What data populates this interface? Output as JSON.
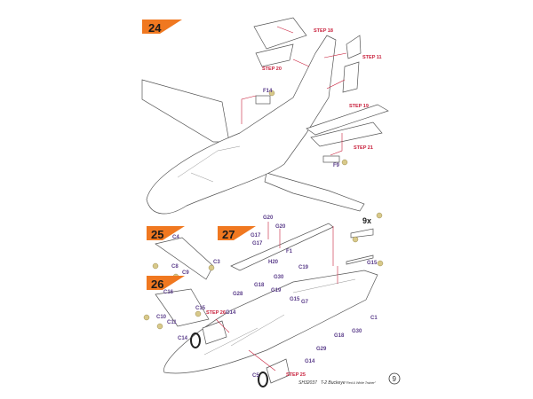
{
  "colors": {
    "accent": "#f07820",
    "step": "#c8203c",
    "part": "#5a3c8a"
  },
  "steps": [
    {
      "number": "24"
    },
    {
      "number": "25"
    },
    {
      "number": "26"
    },
    {
      "number": "27"
    }
  ],
  "step24": {
    "refs": [
      "STEP 18",
      "STEP 11",
      "STEP 20",
      "STEP 19",
      "STEP 21"
    ],
    "parts": [
      "F14",
      "F9"
    ]
  },
  "step25": {
    "parts": [
      "C4",
      "C3",
      "C8",
      "C9"
    ]
  },
  "step26": {
    "parts": [
      "C16",
      "C15",
      "C10",
      "C11",
      "C14"
    ],
    "ref": "STEP 26"
  },
  "step27": {
    "parts": [
      "G20",
      "G20",
      "G17",
      "G17",
      "F1",
      "H20",
      "C19",
      "G30",
      "G18",
      "G19",
      "G15",
      "G28",
      "G14",
      "G7",
      "C1",
      "G18",
      "G30",
      "G29",
      "G14",
      "G15",
      "C5"
    ],
    "quantity": "9x",
    "ref": "STEP 25"
  },
  "footer": {
    "code": "SH32037",
    "title": "T-2 Buckeye",
    "subtitle": "\"Red & White Trainer\"",
    "page": "9"
  }
}
